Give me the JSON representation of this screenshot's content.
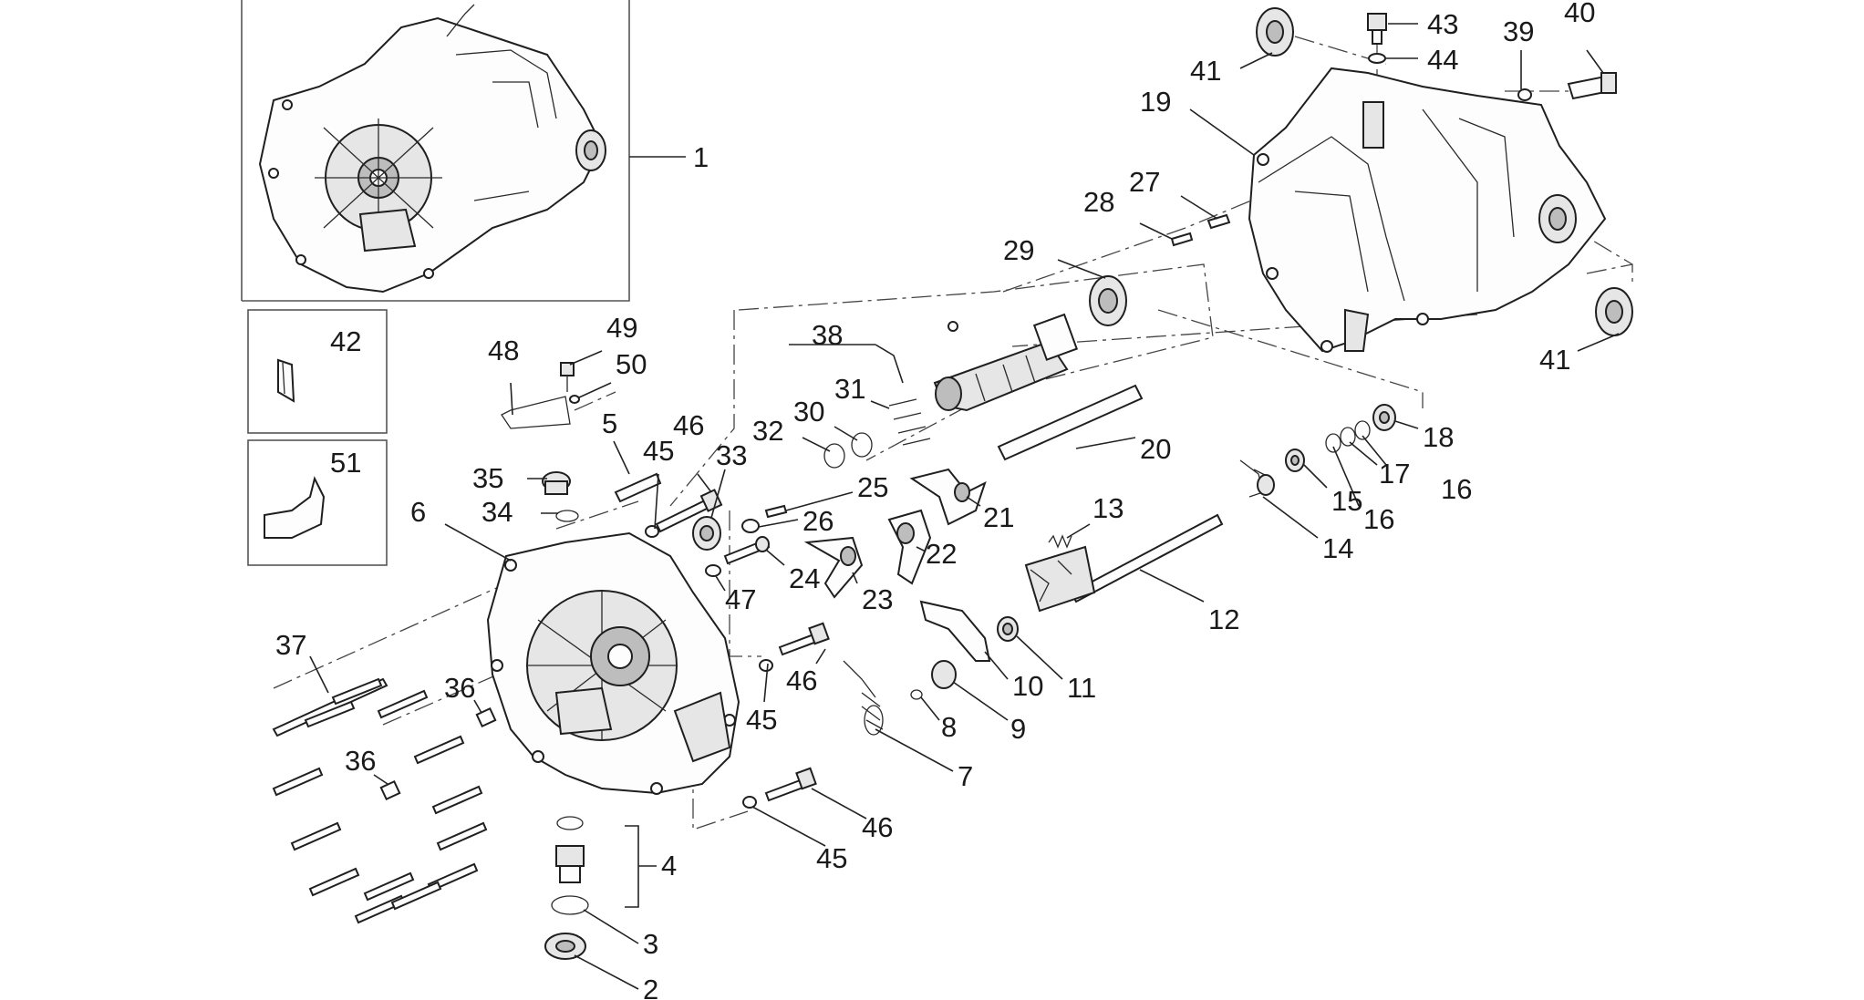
{
  "callouts": [
    {
      "id": "c1",
      "text": "1"
    },
    {
      "id": "c2",
      "text": "2"
    },
    {
      "id": "c3",
      "text": "3"
    },
    {
      "id": "c4",
      "text": "4"
    },
    {
      "id": "c5",
      "text": "5"
    },
    {
      "id": "c6",
      "text": "6"
    },
    {
      "id": "c7",
      "text": "7"
    },
    {
      "id": "c8",
      "text": "8"
    },
    {
      "id": "c9",
      "text": "9"
    },
    {
      "id": "c10",
      "text": "10"
    },
    {
      "id": "c11",
      "text": "11"
    },
    {
      "id": "c12",
      "text": "12"
    },
    {
      "id": "c13",
      "text": "13"
    },
    {
      "id": "c14",
      "text": "14"
    },
    {
      "id": "c15",
      "text": "15"
    },
    {
      "id": "c16a",
      "text": "16"
    },
    {
      "id": "c16b",
      "text": "16"
    },
    {
      "id": "c17",
      "text": "17"
    },
    {
      "id": "c18",
      "text": "18"
    },
    {
      "id": "c19",
      "text": "19"
    },
    {
      "id": "c20",
      "text": "20"
    },
    {
      "id": "c21",
      "text": "21"
    },
    {
      "id": "c22",
      "text": "22"
    },
    {
      "id": "c23",
      "text": "23"
    },
    {
      "id": "c24",
      "text": "24"
    },
    {
      "id": "c25",
      "text": "25"
    },
    {
      "id": "c26",
      "text": "26"
    },
    {
      "id": "c27",
      "text": "27"
    },
    {
      "id": "c28",
      "text": "28"
    },
    {
      "id": "c29",
      "text": "29"
    },
    {
      "id": "c30",
      "text": "30"
    },
    {
      "id": "c31",
      "text": "31"
    },
    {
      "id": "c32",
      "text": "32"
    },
    {
      "id": "c33",
      "text": "33"
    },
    {
      "id": "c34",
      "text": "34"
    },
    {
      "id": "c35",
      "text": "35"
    },
    {
      "id": "c36a",
      "text": "36"
    },
    {
      "id": "c36b",
      "text": "36"
    },
    {
      "id": "c37",
      "text": "37"
    },
    {
      "id": "c38",
      "text": "38"
    },
    {
      "id": "c39",
      "text": "39"
    },
    {
      "id": "c40",
      "text": "40"
    },
    {
      "id": "c41a",
      "text": "41"
    },
    {
      "id": "c41b",
      "text": "41"
    },
    {
      "id": "c42",
      "text": "42"
    },
    {
      "id": "c43",
      "text": "43"
    },
    {
      "id": "c44",
      "text": "44"
    },
    {
      "id": "c45a",
      "text": "45"
    },
    {
      "id": "c45b",
      "text": "45"
    },
    {
      "id": "c45c",
      "text": "45"
    },
    {
      "id": "c46a",
      "text": "46"
    },
    {
      "id": "c46b",
      "text": "46"
    },
    {
      "id": "c46c",
      "text": "46"
    },
    {
      "id": "c47",
      "text": "47"
    },
    {
      "id": "c48",
      "text": "48"
    },
    {
      "id": "c49",
      "text": "49"
    },
    {
      "id": "c50",
      "text": "50"
    },
    {
      "id": "c51",
      "text": "51"
    }
  ]
}
